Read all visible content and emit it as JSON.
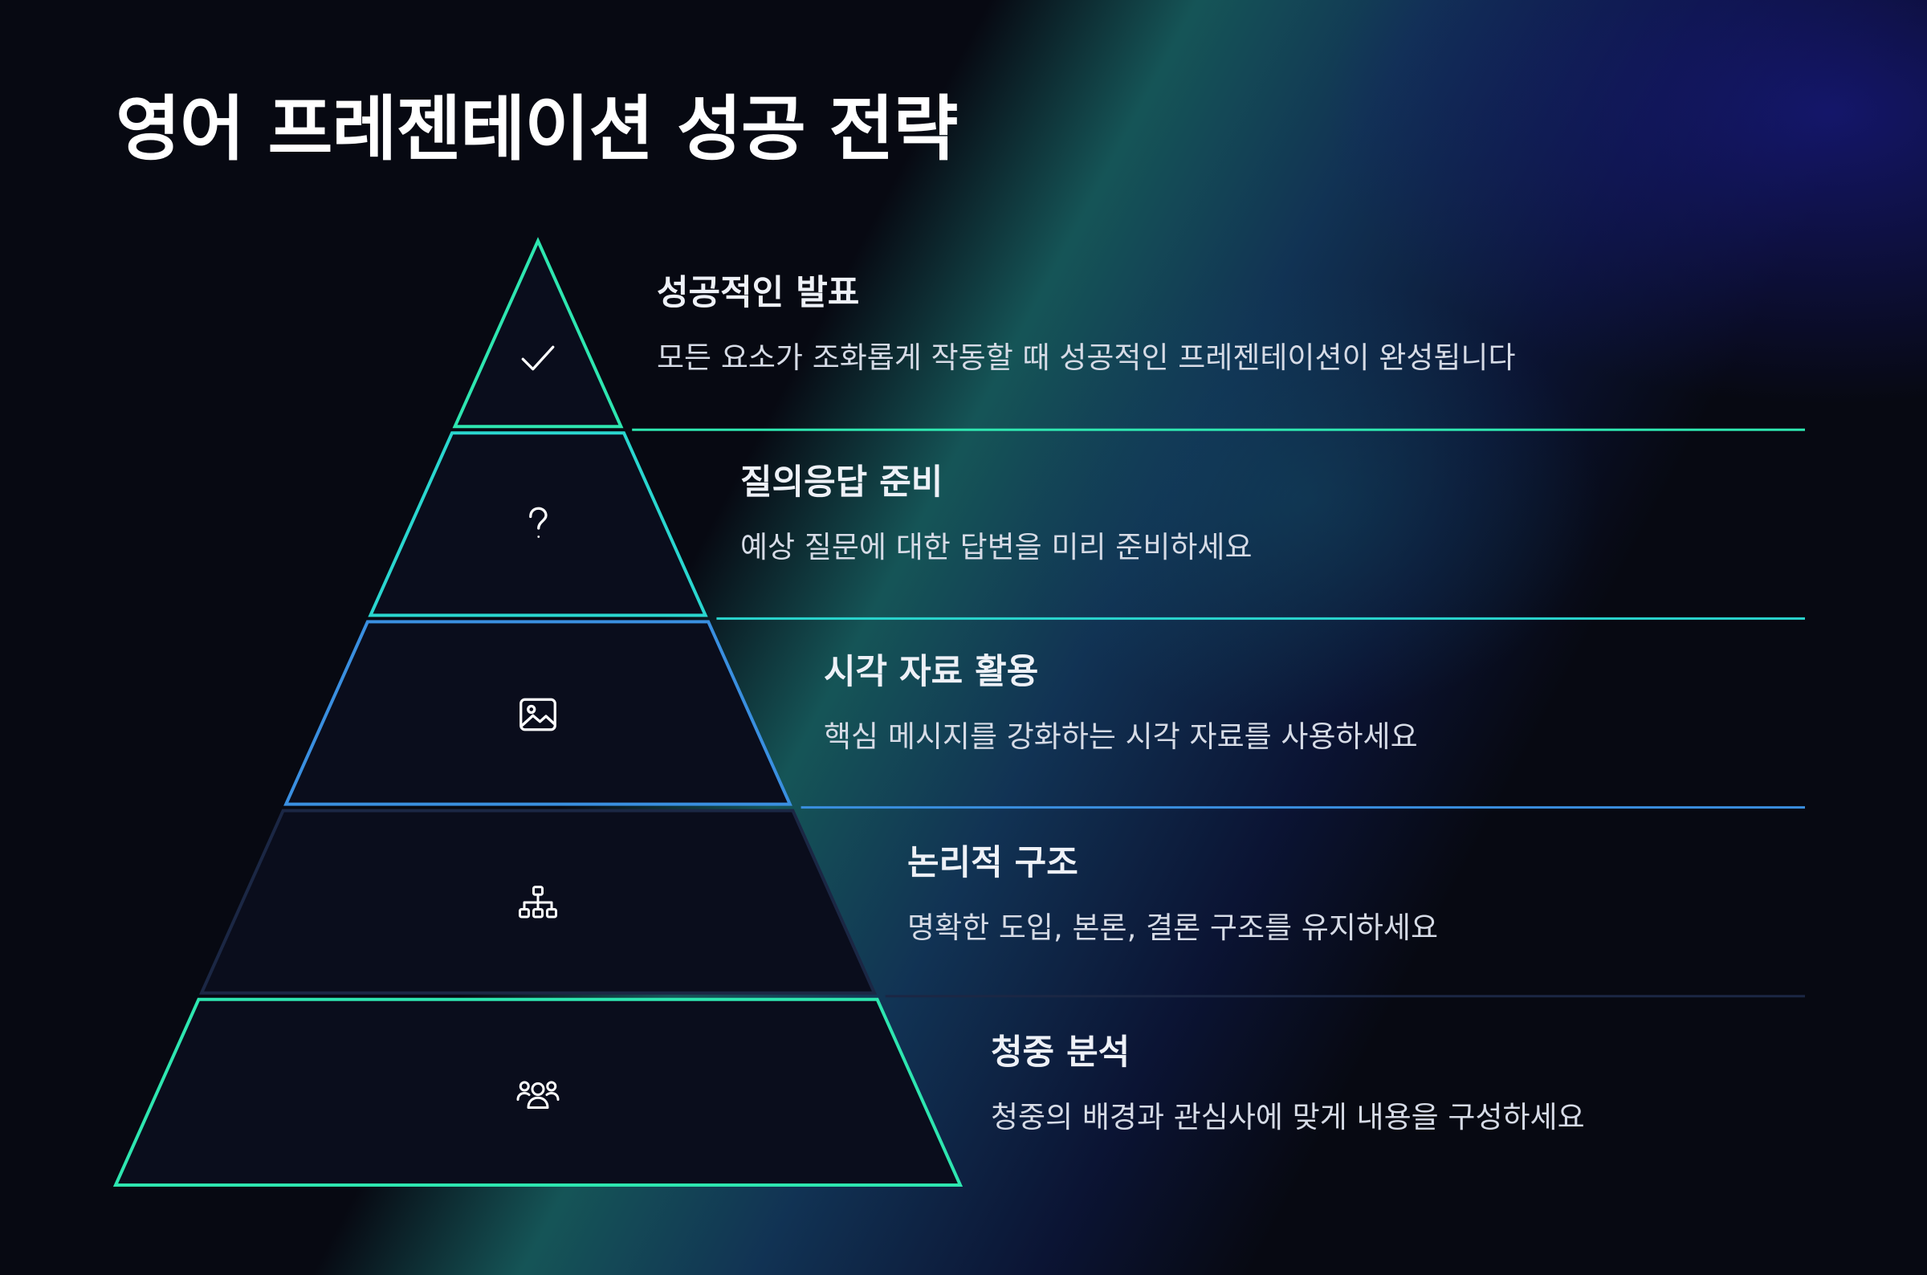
{
  "slide": {
    "title": "영어 프레젠테이션 성공 전략"
  },
  "levels": [
    {
      "title": "성공적인 발표",
      "description": "모든 요소가 조화롭게 작동할 때 성공적인 프레젠테이션이 완성됩니다",
      "icon": "checkmark-icon",
      "color": "#2ee6b0"
    },
    {
      "title": "질의응답 준비",
      "description": "예상 질문에 대한 답변을 미리 준비하세요",
      "icon": "question-icon",
      "color": "#2ad6cf"
    },
    {
      "title": "시각 자료 활용",
      "description": "핵심 메시지를 강화하는 시각 자료를 사용하세요",
      "icon": "image-icon",
      "color": "#3a8fe0"
    },
    {
      "title": "논리적 구조",
      "description": "명확한 도입, 본론, 결론 구조를 유지하세요",
      "icon": "hierarchy-icon",
      "color": "#1b2744"
    },
    {
      "title": "청중 분석",
      "description": "청중의 배경과 관심사에 맞게 내용을 구성하세요",
      "icon": "audience-icon",
      "color": "#2ee6b0"
    }
  ]
}
